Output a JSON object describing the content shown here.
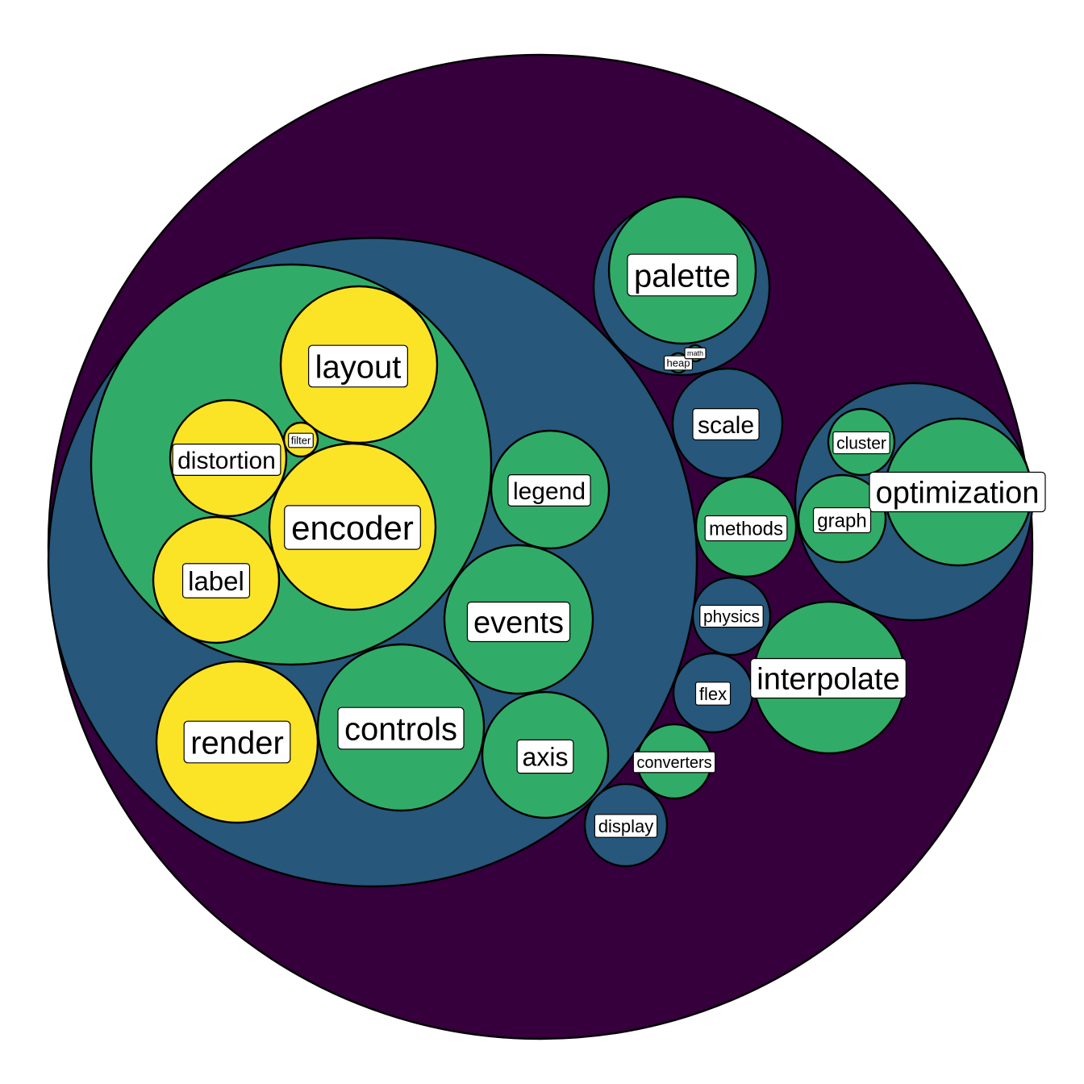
{
  "colors": {
    "level_0": "#35003c",
    "level_1": "#27577b",
    "level_2": "#31ac68",
    "level_3": "#fbe425",
    "stroke": "#000000",
    "label_fill": "#ffffff"
  },
  "diagram": {
    "type": "circle-packing",
    "labels": {
      "palette": "palette",
      "heap": "heap",
      "math": "math",
      "scale": "scale",
      "cluster": "cluster",
      "optimization": "optimization",
      "graph": "graph",
      "methods": "methods",
      "layout": "layout",
      "filter": "filter",
      "distortion": "distortion",
      "encoder": "encoder",
      "label": "label",
      "legend": "legend",
      "events": "events",
      "render": "render",
      "controls": "controls",
      "axis": "axis",
      "physics": "physics",
      "interpolate": "interpolate",
      "flex": "flex",
      "converters": "converters",
      "display": "display"
    }
  }
}
